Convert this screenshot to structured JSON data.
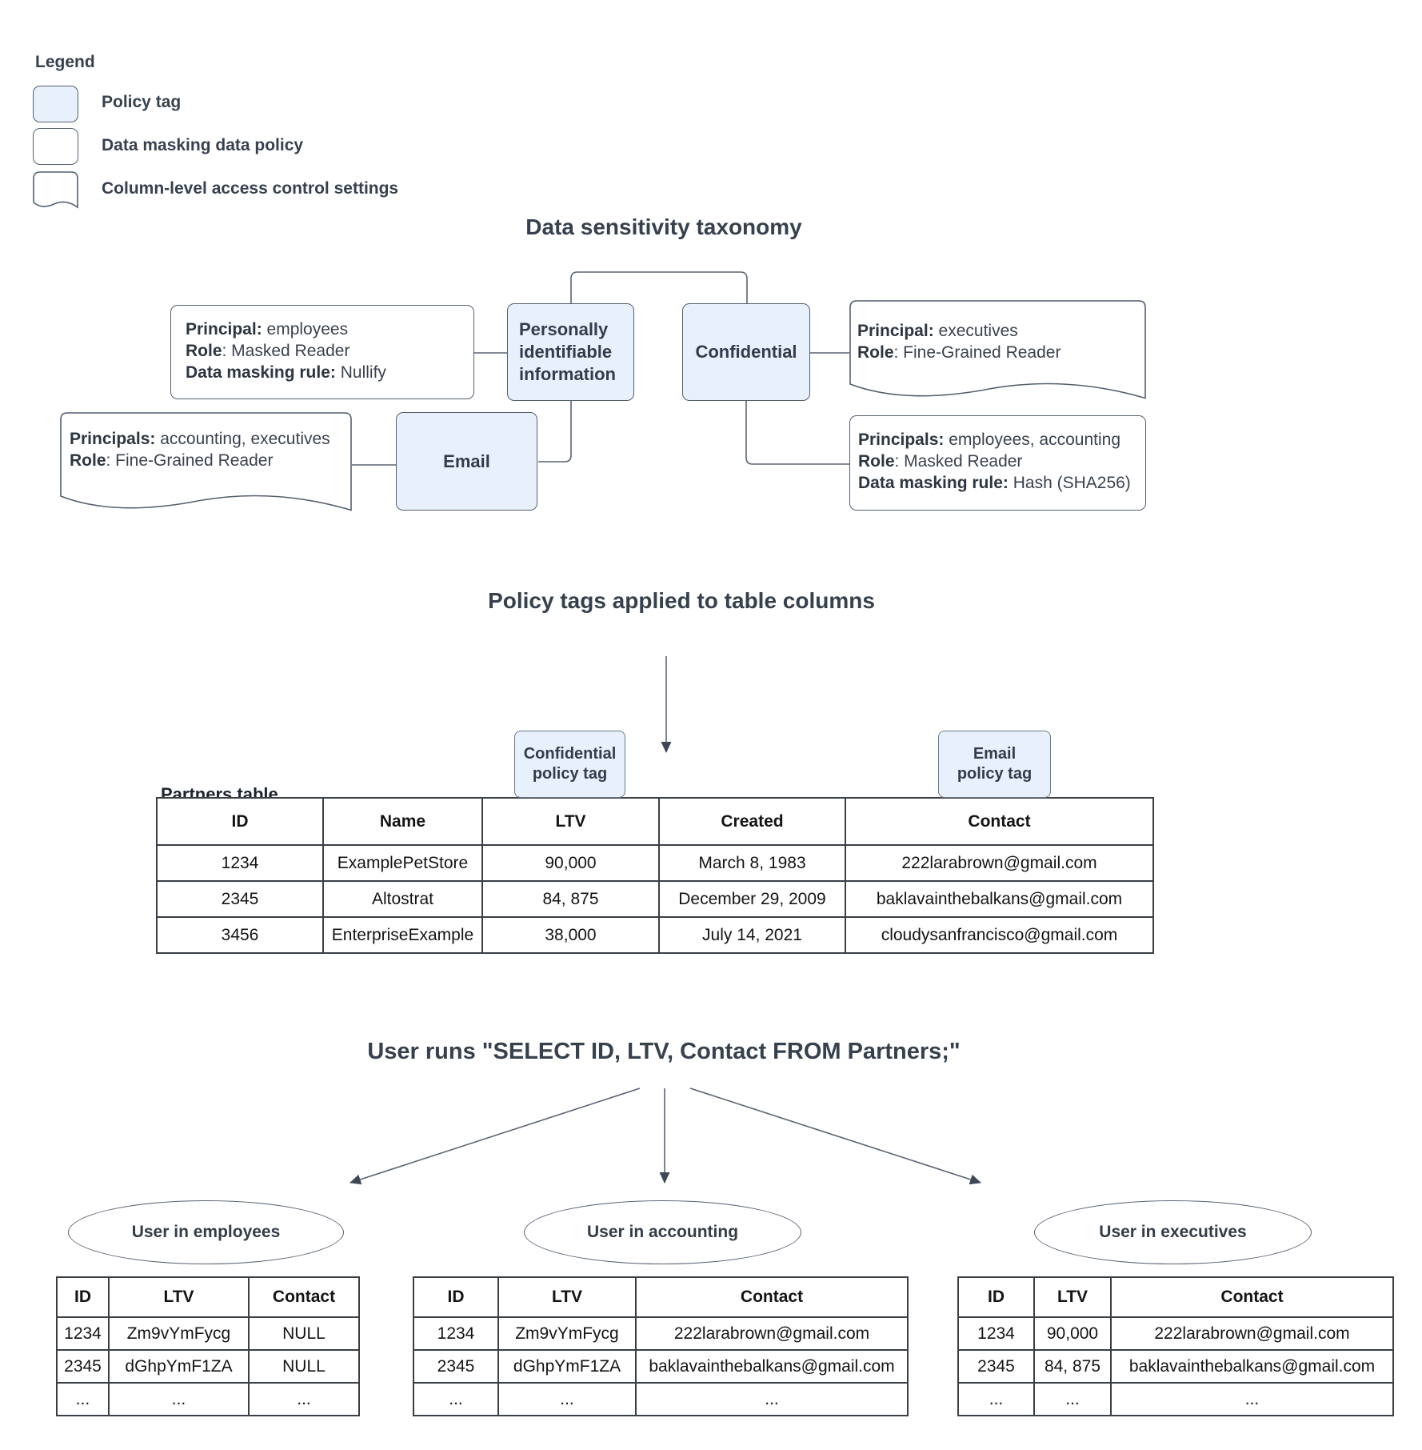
{
  "legend": {
    "title": "Legend",
    "items": [
      {
        "label": "Policy tag"
      },
      {
        "label": "Data masking data policy"
      },
      {
        "label": "Column-level access control settings"
      }
    ]
  },
  "taxonomy": {
    "title": "Data sensitivity taxonomy",
    "pii_label": "Personally identifiable information",
    "confidential_label": "Confidential",
    "email_label": "Email",
    "nullify_policy": {
      "lines": [
        {
          "b": "Principal:",
          "t": " employees"
        },
        {
          "b": "Role",
          "t": ": Masked Reader"
        },
        {
          "b": "Data masking rule:",
          "t": " Nullify"
        }
      ]
    },
    "exec_access": {
      "lines": [
        {
          "b": "Principal:",
          "t": " executives"
        },
        {
          "b": "Role",
          "t": ": Fine-Grained Reader"
        }
      ]
    },
    "acct_exec_access": {
      "lines": [
        {
          "b": "Principals:",
          "t": " accounting, executives"
        },
        {
          "b": "Role",
          "t": ": Fine-Grained Reader"
        }
      ]
    },
    "hash_policy": {
      "lines": [
        {
          "b": "Principals:",
          "t": " employees, accounting"
        },
        {
          "b": "Role",
          "t": ": Masked Reader"
        },
        {
          "b": "Data masking rule:",
          "t": " Hash (SHA256)"
        }
      ]
    }
  },
  "applied": {
    "title": "Policy tags applied to table columns",
    "table_label": "Partners table",
    "confidential_tag": {
      "line1": "Confidential",
      "line2": "policy tag"
    },
    "email_tag": {
      "line1": "Email",
      "line2": "policy tag"
    },
    "partners": {
      "headers": [
        "ID",
        "Name",
        "LTV",
        "Created",
        "Contact"
      ],
      "rows": [
        [
          "1234",
          "ExamplePetStore",
          "90,000",
          "March 8, 1983",
          "222larabrown@gmail.com"
        ],
        [
          "2345",
          "Altostrat",
          "84, 875",
          "December 29, 2009",
          "baklavainthebalkans@gmail.com"
        ],
        [
          "3456",
          "EnterpriseExample",
          "38,000",
          "July 14, 2021",
          "cloudysanfrancisco@gmail.com"
        ]
      ]
    }
  },
  "query": {
    "title": "User runs \"SELECT ID, LTV, Contact FROM Partners;\"",
    "results": [
      {
        "group": "User in employees",
        "headers": [
          "ID",
          "LTV",
          "Contact"
        ],
        "rows": [
          [
            "1234",
            "Zm9vYmFycg",
            "NULL"
          ],
          [
            "2345",
            "dGhpYmF1ZA",
            "NULL"
          ],
          [
            "...",
            "...",
            "..."
          ]
        ]
      },
      {
        "group": "User in accounting",
        "headers": [
          "ID",
          "LTV",
          "Contact"
        ],
        "rows": [
          [
            "1234",
            "Zm9vYmFycg",
            "222larabrown@gmail.com"
          ],
          [
            "2345",
            "dGhpYmF1ZA",
            "baklavainthebalkans@gmail.com"
          ],
          [
            "...",
            "...",
            "..."
          ]
        ]
      },
      {
        "group": "User in executives",
        "headers": [
          "ID",
          "LTV",
          "Contact"
        ],
        "rows": [
          [
            "1234",
            "90,000",
            "222larabrown@gmail.com"
          ],
          [
            "2345",
            "84, 875",
            "baklavainthebalkans@gmail.com"
          ],
          [
            "...",
            "...",
            "..."
          ]
        ]
      }
    ]
  },
  "colors": {
    "policy_tag_fill": "#e8f0fb",
    "shape_border": "#545f6e",
    "heading_text": "#36414d",
    "table_border": "#3a3f46"
  }
}
